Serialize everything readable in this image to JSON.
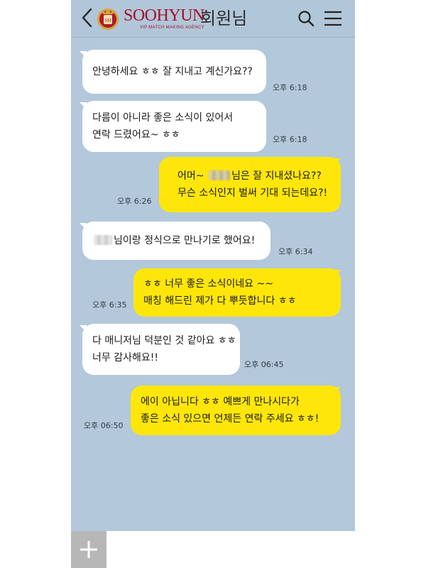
{
  "header": {
    "brand_name": "SOOHYUN",
    "brand_tagline": "VIP MATCH MAKING AGENCY",
    "emblem_text": "SH",
    "title": "회원님",
    "icons": [
      "chevron-left-icon",
      "search-icon",
      "hamburger-menu-icon"
    ]
  },
  "messages": [
    {
      "side": "in",
      "lines": [
        "안녕하세요 ㅎㅎ 잘 지내고 계신가요??"
      ],
      "time": "오후 6:18"
    },
    {
      "side": "in",
      "lines": [
        "다름이 아니라 좋은 소식이 있어서",
        "연락 드렸어요~ ㅎㅎ"
      ],
      "time": "오후 6:18"
    },
    {
      "side": "out",
      "line1_prefix": "어머~ ",
      "line1_suffix": "님은 잘 지내셨나요??",
      "line2": "무슨 소식인지 벌써 기대 되는데요?!",
      "time": "오후 6:26"
    },
    {
      "side": "in",
      "line1_suffix": "님이랑 정식으로 만나기로 했어요!",
      "time": "오후 6:34"
    },
    {
      "side": "out",
      "lines": [
        "ㅎㅎ 너무 좋은 소식이네요 ~~",
        "매칭 해드린 제가 다 뿌듯합니다 ㅎㅎ"
      ],
      "time": "오후 6:35"
    },
    {
      "side": "in",
      "lines": [
        "다 매니저님 덕분인 것 같아요 ㅎㅎ",
        "너무 감사해요!!"
      ],
      "time": "오후 06:45"
    },
    {
      "side": "out",
      "lines": [
        "에이 아닙니다 ㅎㅎ 예쁘게 만나시다가",
        "좋은 소식 있으면 언제든 연락 주세요 ㅎㅎ!"
      ],
      "time": "오후 06:50"
    }
  ],
  "input": {
    "placeholder": "",
    "value": ""
  },
  "colors": {
    "chat_background": "#b3c8da",
    "incoming_bubble": "#ffffff",
    "outgoing_bubble": "#ffe60a",
    "brand": "#a0122b",
    "plus_button": "#b7b7b7"
  }
}
